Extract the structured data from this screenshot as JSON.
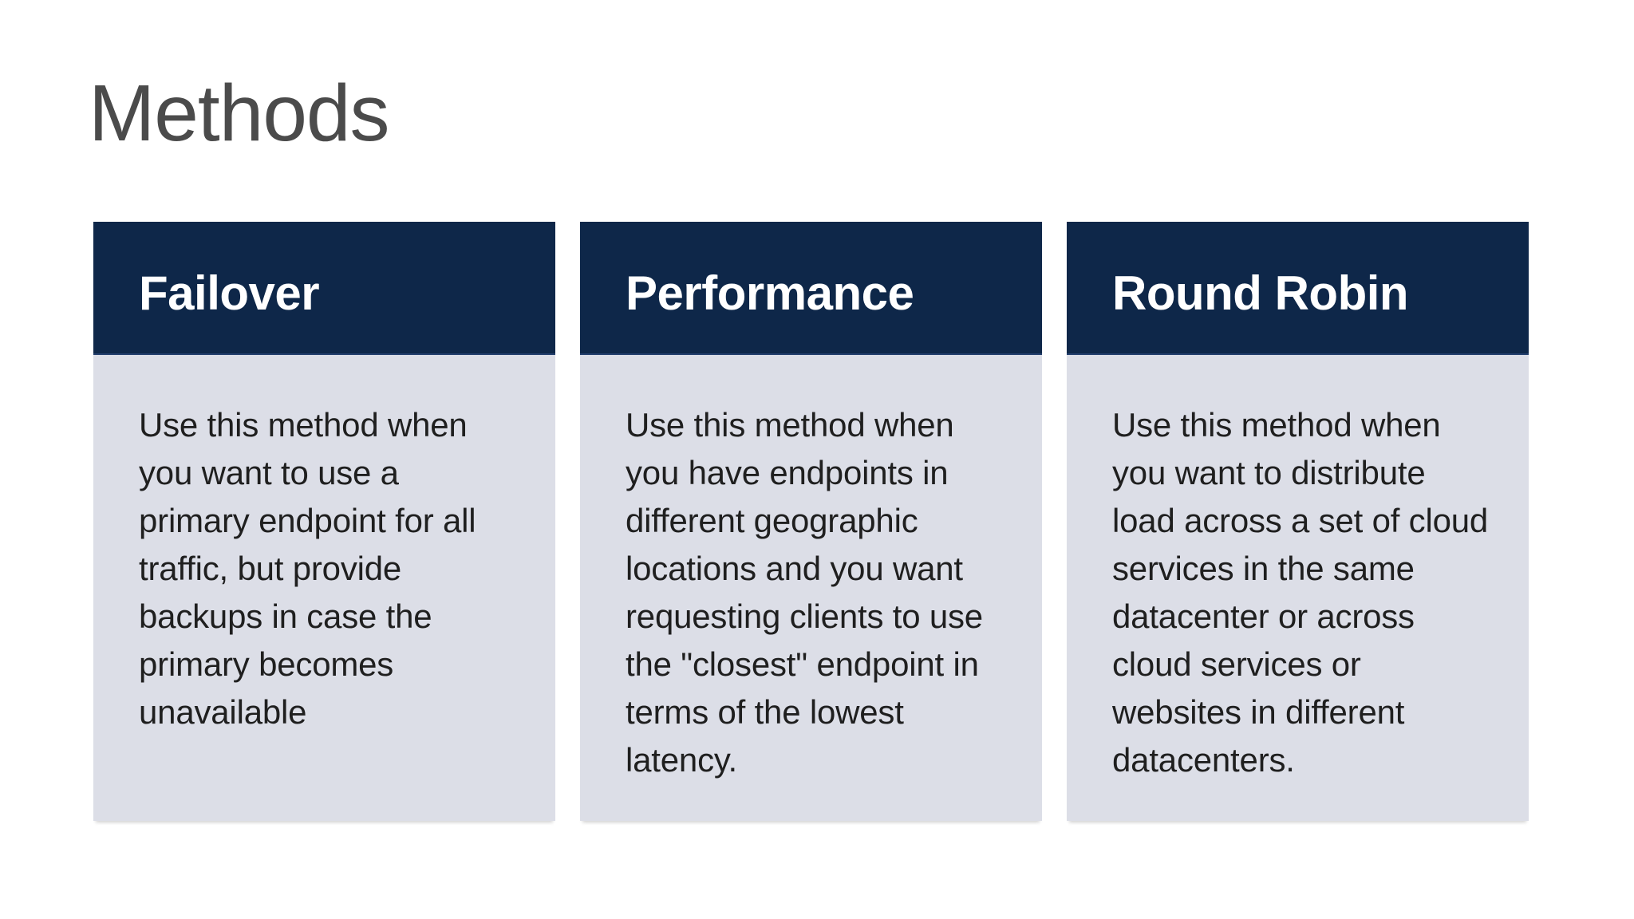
{
  "slide": {
    "title": "Methods"
  },
  "colors": {
    "background": "#ffffff",
    "title_text": "#4b4b4b",
    "card_header_bg": "#0e2749",
    "card_header_text": "#ffffff",
    "card_body_bg": "#dcdee7",
    "card_body_text": "#1f1f1f"
  },
  "cards": [
    {
      "title": "Failover",
      "description": "Use this method when you want to use a primary endpoint for all traffic, but provide backups in case the primary becomes unavailable"
    },
    {
      "title": "Performance",
      "description": "Use this method when you have endpoints in different geographic locations and you want requesting clients to use the \"closest\" endpoint in terms of the lowest latency."
    },
    {
      "title": "Round Robin",
      "description": "Use this method when you want to distribute load across a set of cloud services in the same datacenter or across cloud services or websites in different datacenters."
    }
  ]
}
